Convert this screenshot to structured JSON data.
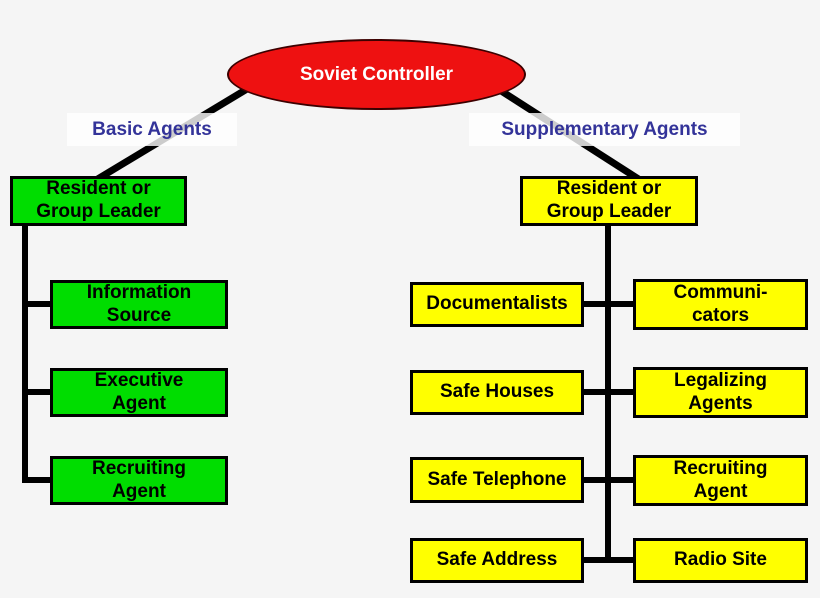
{
  "colors": {
    "background": "#f5f5f5",
    "controller_fill": "#ee1111",
    "controller_text": "#ffffff",
    "basic_box": "#00dd00",
    "supplementary_box": "#ffff00",
    "heading_text": "#333399",
    "line": "#000000",
    "box_border": "#000000"
  },
  "root": {
    "label": "Soviet Controller"
  },
  "left_branch": {
    "heading": "Basic Agents",
    "leader": "Resident or\nGroup Leader",
    "children": [
      "Information\nSource",
      "Executive\nAgent",
      "Recruiting\nAgent"
    ]
  },
  "right_branch": {
    "heading": "Supplementary Agents",
    "leader": "Resident or\nGroup Leader",
    "rows": [
      {
        "left": "Documentalists",
        "right": "Communi-\ncators"
      },
      {
        "left": "Safe Houses",
        "right": "Legalizing\nAgents"
      },
      {
        "left": "Safe Telephone",
        "right": "Recruiting\nAgent"
      },
      {
        "left": "Safe Address",
        "right": "Radio Site"
      }
    ]
  }
}
